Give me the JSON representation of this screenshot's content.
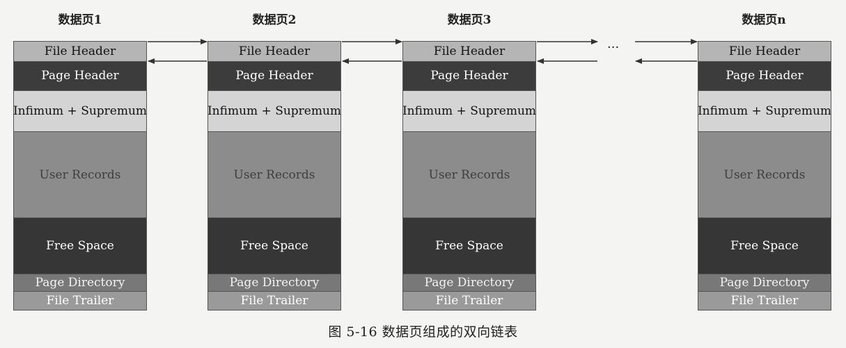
{
  "pages": [
    {
      "label": "数据页1"
    },
    {
      "label": "数据页2"
    },
    {
      "label": "数据页3"
    },
    {
      "label": "数据页n"
    }
  ],
  "segments": [
    "File Header",
    "Page Header",
    "Infimum + Supremum",
    "User Records",
    "Free Space",
    "Page Directory",
    "File Trailer"
  ],
  "ellipsis": "···",
  "caption": "图 5-16    数据页组成的双向链表"
}
